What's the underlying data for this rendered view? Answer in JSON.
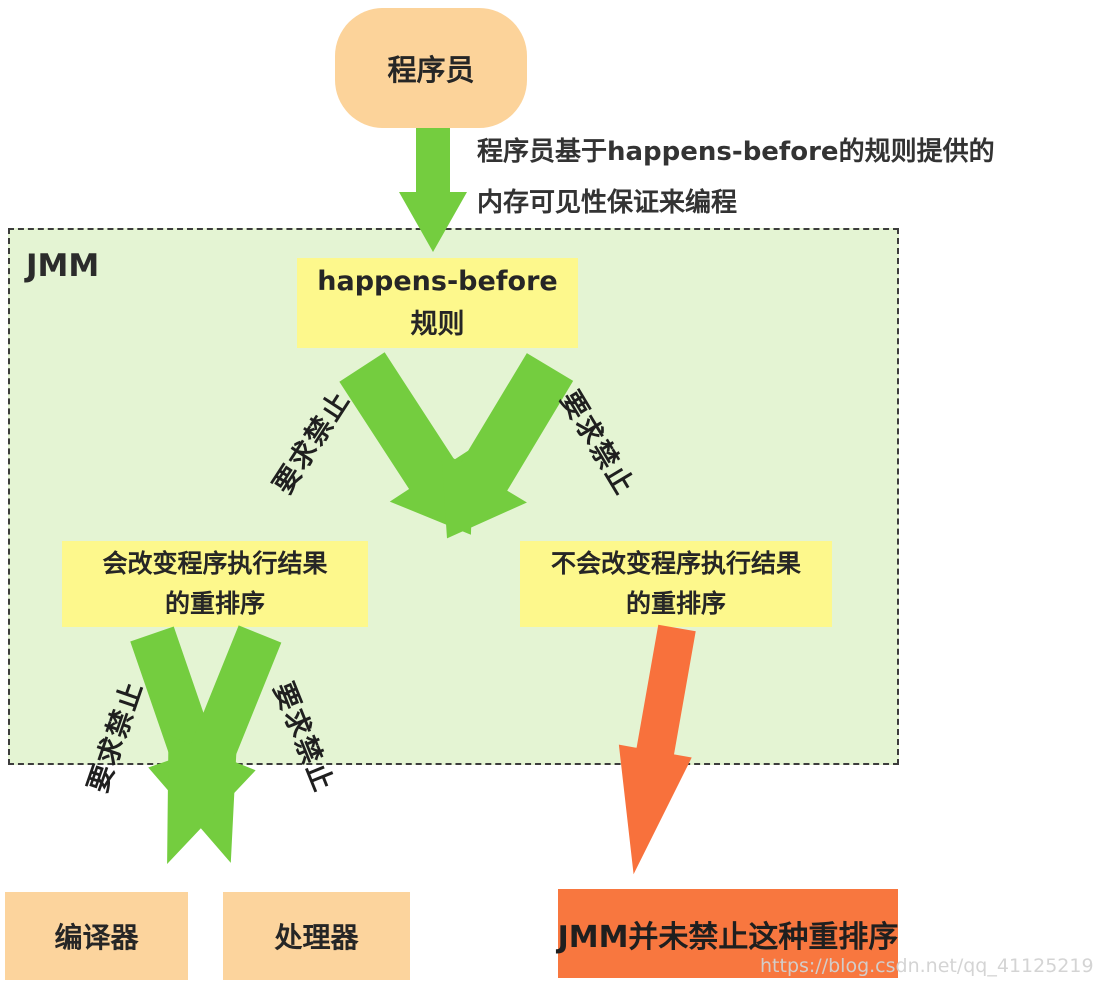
{
  "nodes": {
    "programmer": {
      "label": "程序员"
    },
    "annotation": {
      "line1": "程序员基于happens-before的规则提供的",
      "line2": "内存可见性保证来编程"
    },
    "jmm": {
      "label": "JMM"
    },
    "happens_before": {
      "line1": "happens-before",
      "line2": "规则"
    },
    "will_change": {
      "line1": "会改变程序执行结果",
      "line2": "的重排序"
    },
    "wont_change": {
      "line1": "不会改变程序执行结果",
      "line2": "的重排序"
    },
    "compiler": {
      "label": "编译器"
    },
    "processor": {
      "label": "处理器"
    },
    "not_prohibited": {
      "label": "JMM并未禁止这种重排序"
    }
  },
  "arrows": {
    "require_forbid": "要求禁止"
  },
  "watermark": "https://blog.csdn.net/qq_41125219",
  "colors": {
    "panel_fill": "#e4f4d3",
    "panel_border": "#3c3c3c",
    "stadium_fill": "#fcd39a",
    "yellow_fill": "#fdf88c",
    "orange_box_fill": "#fcd49d",
    "red_fill": "#f8773f",
    "green_arrow": "#74cd3f",
    "text": "#262626"
  }
}
